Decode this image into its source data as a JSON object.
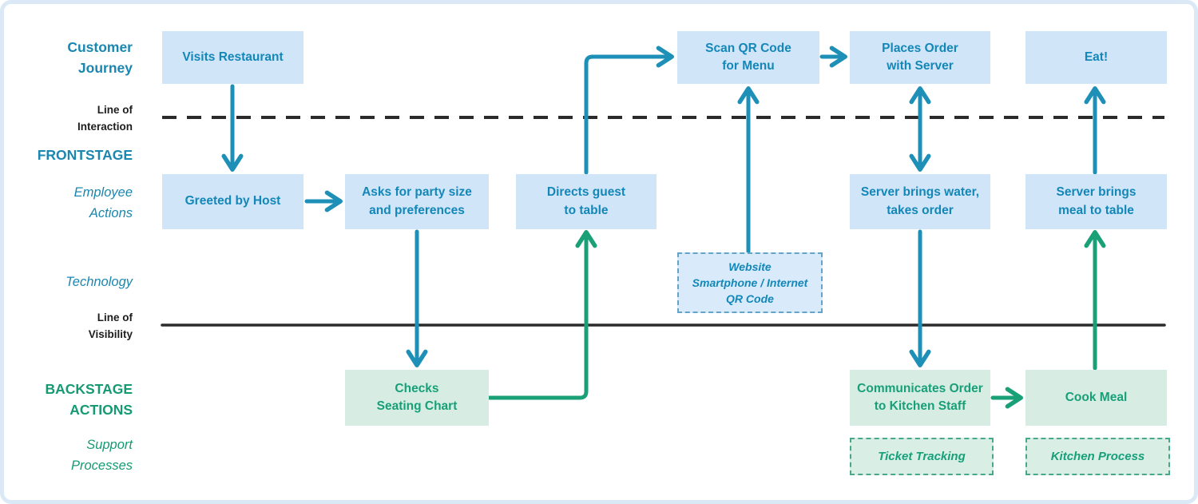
{
  "colors": {
    "arrow_teal": "#1e90b8",
    "arrow_green": "#1aa077",
    "separator_line": "#2b2b2b",
    "box_blue_fill": "#d1e5f8",
    "box_green_fill": "#d7ede3",
    "text_blue": "#1287b8",
    "text_green": "#17a078",
    "label_blue": "#1b87b0",
    "label_green": "#169a72",
    "label_black": "#1d1d1d"
  },
  "lane_labels": {
    "customer_journey": "Customer\nJourney",
    "line_of_interaction": "Line of\nInteraction",
    "frontstage": "FRONTSTAGE",
    "employee_actions": "Employee\nActions",
    "technology": "Technology",
    "line_of_visibility": "Line of\nVisibility",
    "backstage_actions": "BACKSTAGE\nACTIONS",
    "support_processes": "Support\nProcesses"
  },
  "nodes": {
    "visits_restaurant": "Visits Restaurant",
    "scan_qr_code": "Scan QR Code\nfor Menu",
    "places_order": "Places Order\nwith Server",
    "eat": "Eat!",
    "greeted_by_host": "Greeted by Host",
    "asks_party_size": "Asks for party size\nand preferences",
    "directs_guest": "Directs guest\nto table",
    "server_brings_water": "Server brings water,\ntakes order",
    "server_brings_meal": "Server brings\nmeal to table",
    "technology_tools": "Website\nSmartphone / Internet\nQR Code",
    "checks_seating_chart": "Checks\nSeating Chart",
    "communicates_order": "Communicates Order\nto Kitchen Staff",
    "cook_meal": "Cook Meal",
    "ticket_tracking": "Ticket Tracking",
    "kitchen_process": "Kitchen Process"
  }
}
